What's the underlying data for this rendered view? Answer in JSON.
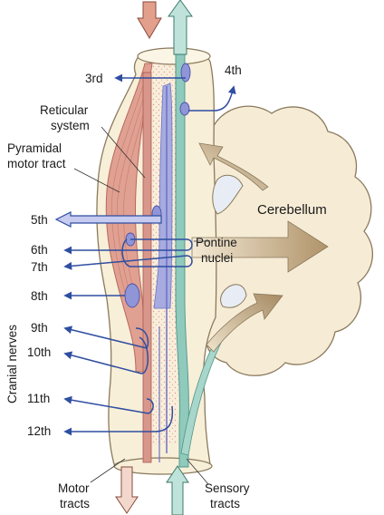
{
  "labels": {
    "nerve_3": "3rd",
    "nerve_4": "4th",
    "reticular_1": "Reticular",
    "reticular_2": "system",
    "pyramidal_1": "Pyramidal",
    "pyramidal_2": "motor tract",
    "nerve_5": "5th",
    "cerebellum": "Cerebellum",
    "nerve_6": "6th",
    "pontine_1": "Pontine",
    "pontine_2": "nuclei",
    "nerve_7": "7th",
    "nerve_8": "8th",
    "cranial_nerves": "Cranial nerves",
    "nerve_9": "9th",
    "nerve_10": "10th",
    "nerve_11": "11th",
    "nerve_12": "12th",
    "motor_1": "Motor",
    "motor_2": "tracts",
    "sensory_1": "Sensory",
    "sensory_2": "tracts"
  },
  "colors": {
    "stem_fill": "#f8efd9",
    "outline": "#8a7a5c",
    "cerebellum_fill": "#f6ecd6",
    "motor_tract": "#d99486",
    "reticular_dots": "#e8a0b4",
    "nucleus_blue": "#8f95d6",
    "nerve_blue": "#2f4ea1",
    "sensory_tract": "#7fc2b4",
    "arrow_tan": "#b79a73"
  }
}
